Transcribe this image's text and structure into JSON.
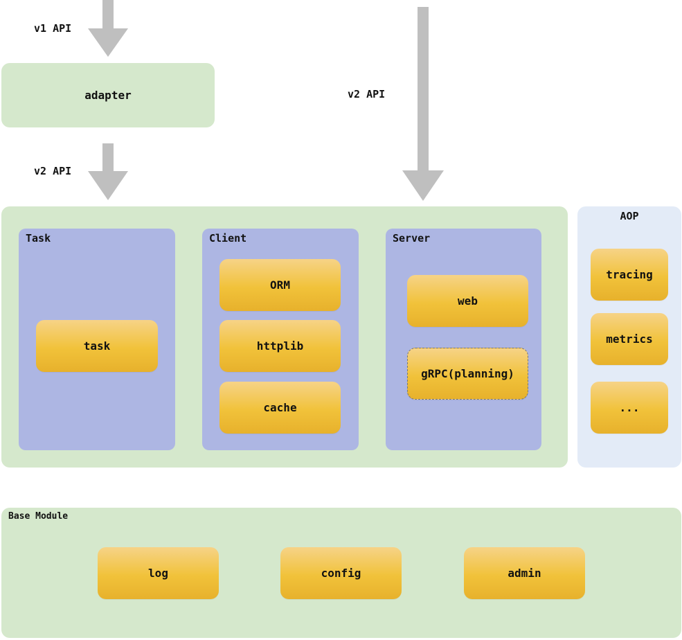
{
  "labels": {
    "v1_api": "v1 API",
    "v2_api_left": "v2 API",
    "v2_api_right": "v2 API"
  },
  "adapter": {
    "label": "adapter"
  },
  "main": {
    "task_group": {
      "title": "Task",
      "items": [
        "task"
      ]
    },
    "client_group": {
      "title": "Client",
      "items": [
        "ORM",
        "httplib",
        "cache"
      ]
    },
    "server_group": {
      "title": "Server",
      "items": [
        "web",
        "gRPC(planning)"
      ]
    }
  },
  "aop": {
    "title": "AOP",
    "items": [
      "tracing",
      "metrics",
      "..."
    ]
  },
  "base": {
    "title": "Base Module",
    "items": [
      "log",
      "config",
      "admin"
    ]
  },
  "colors": {
    "green_region": "#d5e8cc",
    "aop_region": "#e3ebf7",
    "group_purple": "#adb6e3",
    "module_yellow": "#f1c23a",
    "arrow_gray": "#bfbfbf"
  }
}
